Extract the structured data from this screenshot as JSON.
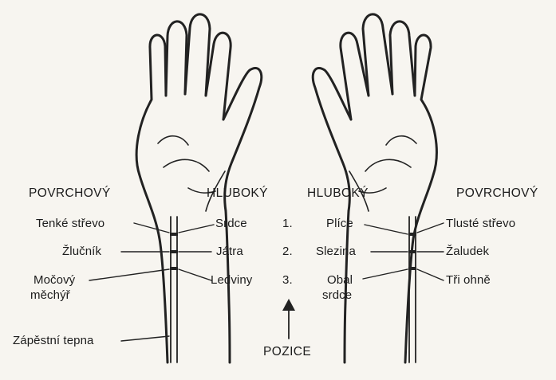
{
  "headers": {
    "left_superficial": "POVRCHOVÝ",
    "left_deep": "HLUBOKÝ",
    "right_deep": "HLUBOKÝ",
    "right_superficial": "POVRCHOVÝ"
  },
  "left_hand": {
    "superficial": [
      "Tenké střevo",
      "Žlučník",
      "Močový",
      "měchýř"
    ],
    "deep": [
      "Srdce",
      "Játra",
      "Ledviny"
    ],
    "artery": "Zápěstní tepna"
  },
  "right_hand": {
    "deep": [
      "Plíce",
      "Slezina",
      "Obal",
      "srdce"
    ],
    "superficial": [
      "Tlusté střevo",
      "Žaludek",
      "Tři ohně"
    ]
  },
  "positions": [
    "1.",
    "2.",
    "3."
  ],
  "positions_caption": "POZICE"
}
